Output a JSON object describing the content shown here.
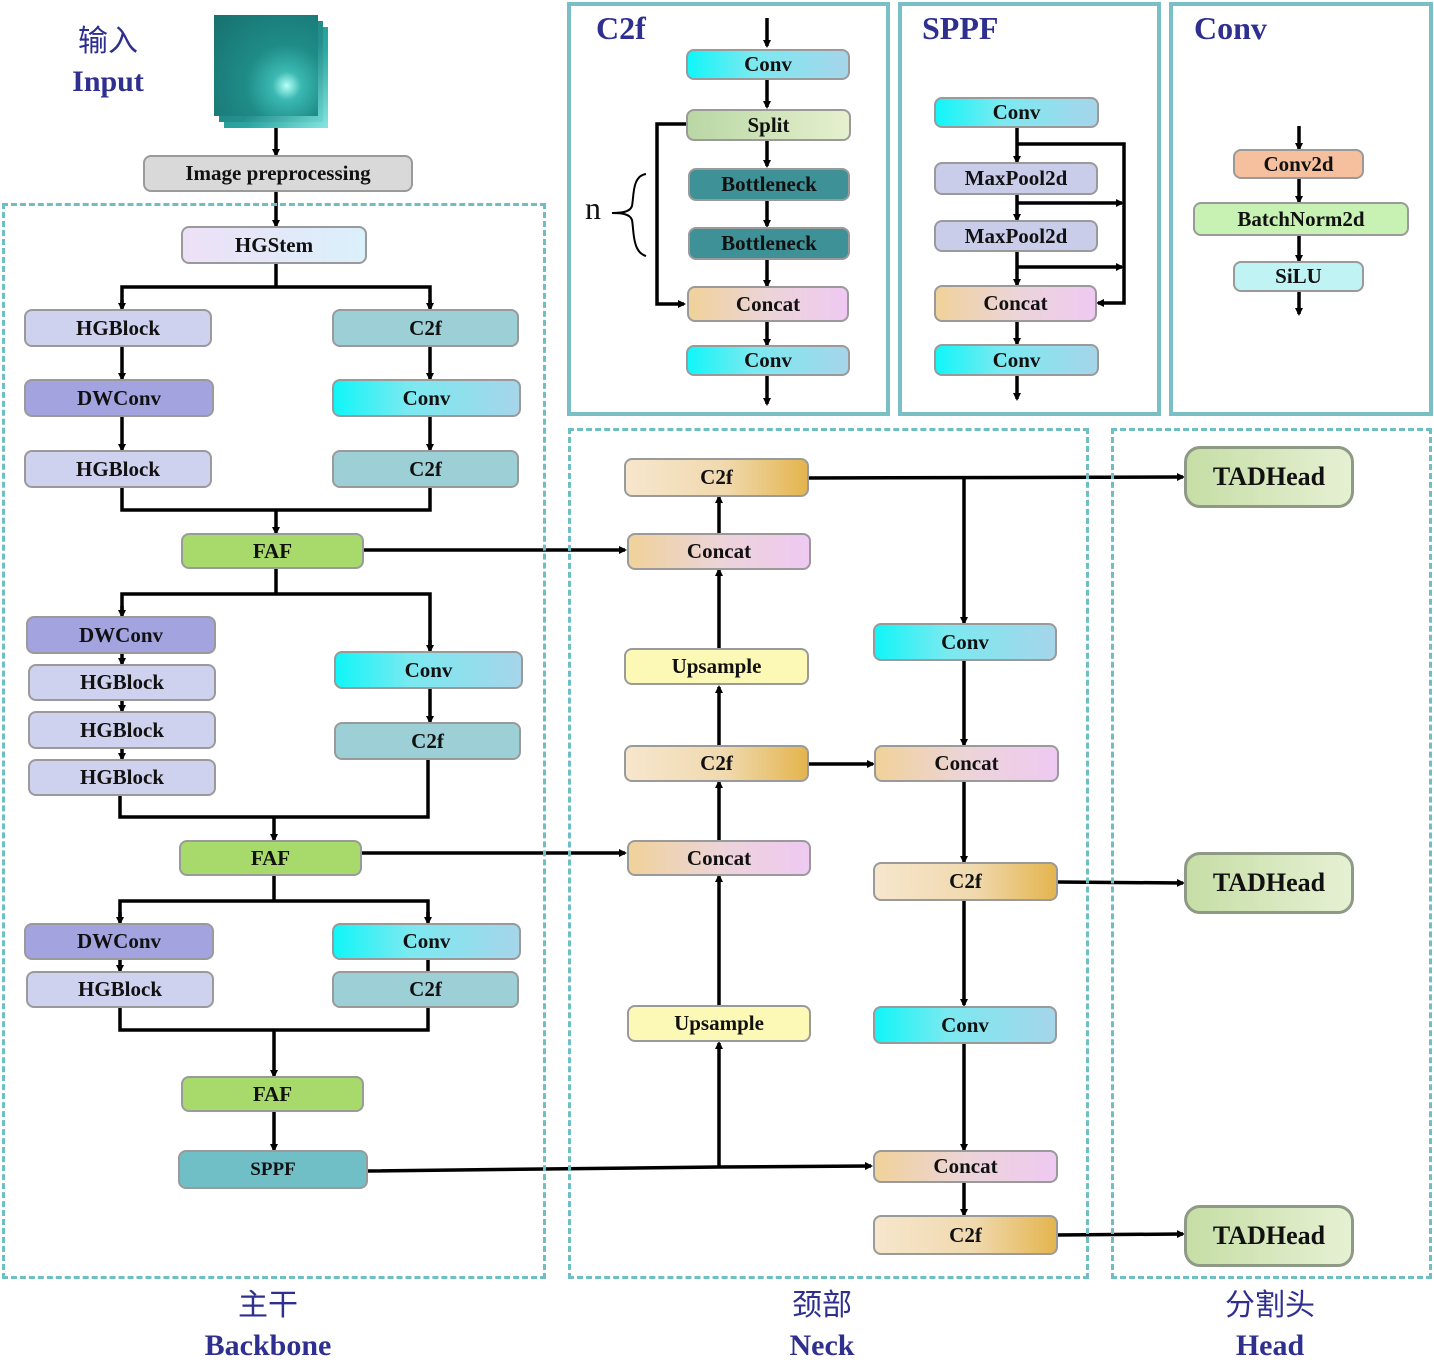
{
  "input": {
    "zh": "输入",
    "en": "Input"
  },
  "preprocessing": "Image preprocessing",
  "sections": {
    "backbone": {
      "zh": "主干",
      "en": "Backbone"
    },
    "neck": {
      "zh": "颈部",
      "en": "Neck"
    },
    "head": {
      "zh": "分割头",
      "en": "Head"
    }
  },
  "backbone": {
    "stem": "HGStem",
    "stage1": {
      "left": [
        "HGBlock",
        "DWConv",
        "HGBlock"
      ],
      "right": [
        "C2f",
        "Conv",
        "C2f"
      ],
      "fuse": "FAF"
    },
    "stage2": {
      "left": [
        "DWConv",
        "HGBlock",
        "HGBlock",
        "HGBlock"
      ],
      "right": [
        "Conv",
        "C2f"
      ],
      "fuse": "FAF"
    },
    "stage3": {
      "left": [
        "DWConv",
        "HGBlock"
      ],
      "right": [
        "Conv",
        "C2f"
      ],
      "fuse": "FAF"
    },
    "sppf": "SPPF"
  },
  "neck": {
    "left": [
      "C2f",
      "Concat",
      "Upsample",
      "C2f",
      "Concat",
      "Upsample"
    ],
    "right": [
      "Conv",
      "Concat",
      "C2f",
      "Conv",
      "Concat",
      "C2f"
    ]
  },
  "head": {
    "blocks": [
      "TADHead",
      "TADHead",
      "TADHead"
    ]
  },
  "panels": {
    "c2f": {
      "title": "C2f",
      "blocks": [
        "Conv",
        "Split",
        "Bottleneck",
        "Bottleneck",
        "Concat",
        "Conv"
      ],
      "repeat_label": "n"
    },
    "sppf": {
      "title": "SPPF",
      "blocks": [
        "Conv",
        "MaxPool2d",
        "MaxPool2d",
        "Concat",
        "Conv"
      ]
    },
    "conv": {
      "title": "Conv",
      "blocks": [
        "Conv2d",
        "BatchNorm2d",
        "SiLU"
      ]
    }
  }
}
